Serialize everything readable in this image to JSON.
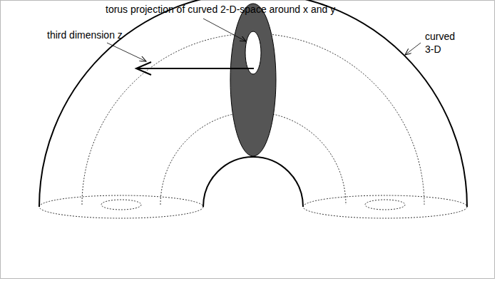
{
  "diagram": {
    "labels": [
      "torus projection of curved 2-D-space around x and y",
      "third dimension z",
      "curved 3-D"
    ]
  }
}
